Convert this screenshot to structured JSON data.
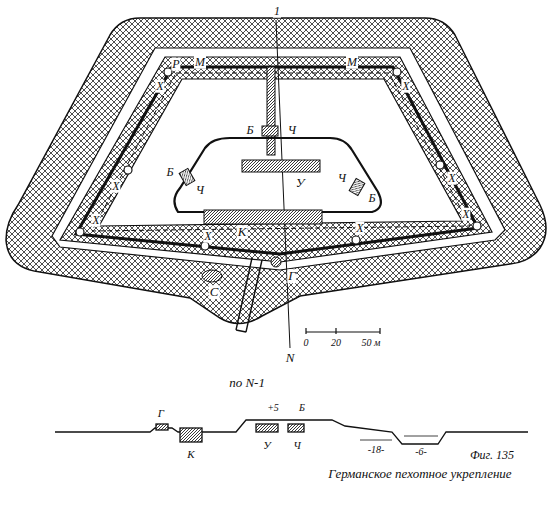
{
  "diagram": {
    "caption": "Германское пехотное укрепление",
    "labels": [
      "1",
      "Р",
      "М",
      "М",
      "Х",
      "Х",
      "Х",
      "Х",
      "Х",
      "Х",
      "Х",
      "Х",
      "Б",
      "Ч",
      "Б",
      "Ч",
      "Ч",
      "Б",
      "У",
      "К",
      "С",
      "Г",
      "N",
      "0",
      "20",
      "50 м",
      "по N-1",
      "Г",
      "К",
      "+5",
      "Б",
      "У",
      "Ч",
      "-18-",
      "-6-",
      "Фиг. 135"
    ]
  }
}
